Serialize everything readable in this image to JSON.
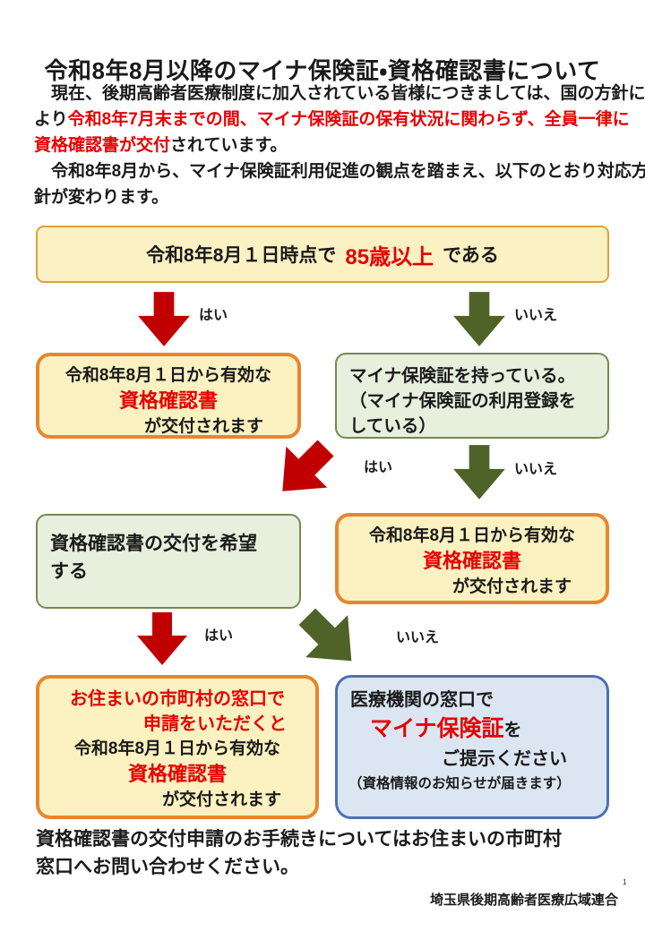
{
  "doc": {
    "title": "令和8年8月以降のマイナ保険証・資格確認書について",
    "intro": {
      "lines": [
        {
          "black": "　現在、後期高齢者医療制度に加入されている皆様につきましては、国の方針に"
        },
        {
          "black": "より",
          "red": "令和8年7月末までの間、マイナ保険証の保有状況に関わらず、全員一律に"
        },
        {
          "red": "資格確認書が交付",
          "black": "されています。"
        },
        {
          "black": "　令和8年8月から、マイナ保険証利用促進の観点を踏まえ、以下のとおり対応方"
        },
        {
          "black": "針が変わります。"
        }
      ]
    }
  },
  "flow": {
    "question": {
      "pre": "令和8年8月１日時点で",
      "highlight": "85歳以上",
      "post": "である"
    },
    "labels": {
      "yes": "はい",
      "no": "いいえ"
    },
    "box_cert": {
      "l1": "令和8年8月１日から有効な",
      "l2": "資格確認書",
      "l3": "が交付されます"
    },
    "box_has_card": {
      "l1": "マイナ保険証を持っている。",
      "l2": "（マイナ保険証の利用登録を",
      "l3": "している）"
    },
    "box_wish": {
      "l1": "資格確認書の交付を希望",
      "l2": "する"
    },
    "box_apply": {
      "l1": "お住まいの市町村の窓口で",
      "l2": "申請をいただくと",
      "l3": "令和8年8月１日から有効な",
      "l4": "資格確認書",
      "l5": "が交付されます"
    },
    "box_medical": {
      "l1": "医療機関の窓口で",
      "l2_red": "マイナ保険証",
      "l2_black": "を",
      "l3": "ご提示ください",
      "l4": "（資格情報のお知らせが届きます）"
    }
  },
  "footer": {
    "note_line1": "資格確認書の交付申請のお手続きについてはお住まいの市町村",
    "note_line2": "窓口へお問い合わせください。",
    "org": "埼玉県後期高齢者医療広域連合",
    "page_number": "1"
  },
  "colors": {
    "yellow_fill": "#fcf1c0",
    "orange_border": "#e8862d",
    "question_border": "#dfa13c",
    "green_fill": "#e7efdd",
    "green_border": "#77894f",
    "blue_fill": "#dce6f3",
    "blue_border": "#4a72b2",
    "red_text": "#e60000",
    "arrow_red": "#c00000",
    "arrow_green": "#4f6228"
  }
}
